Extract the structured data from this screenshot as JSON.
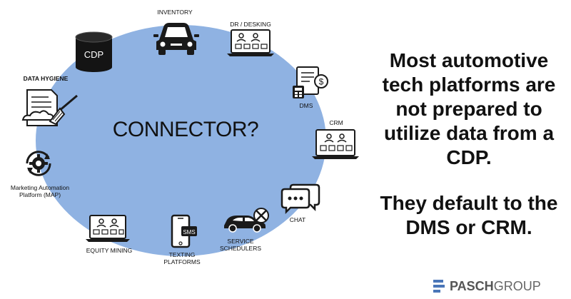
{
  "center": {
    "label": "CONNECTOR?"
  },
  "nodes": {
    "cdp": "CDP",
    "inventory": "INVENTORY",
    "dr_desking": "DR / DESKING",
    "dms": "DMS",
    "crm": "CRM",
    "chat": "CHAT",
    "service_schedulers": [
      "SERVICE",
      "SCHEDULERS"
    ],
    "texting_platforms": [
      "TEXTING",
      "PLATFORMS"
    ],
    "sms": "SMS",
    "equity_mining": "EQUITY MINING",
    "map": [
      "Marketing Automation",
      "Platform (MAP)"
    ],
    "data_hygiene": "DATA HYGIENE"
  },
  "headline": {
    "lines": [
      "Most automotive",
      "tech platforms are",
      "not prepared to",
      "utilize data from a",
      "CDP."
    ],
    "lines2": [
      "They default to the",
      "DMS or CRM."
    ]
  },
  "logo": {
    "bold": "PASCH",
    "light": "GROUP"
  },
  "colors": {
    "ellipse": "#8fb2e2",
    "icon": "#1a1a1a",
    "logo_mark": "#4a76b8"
  }
}
